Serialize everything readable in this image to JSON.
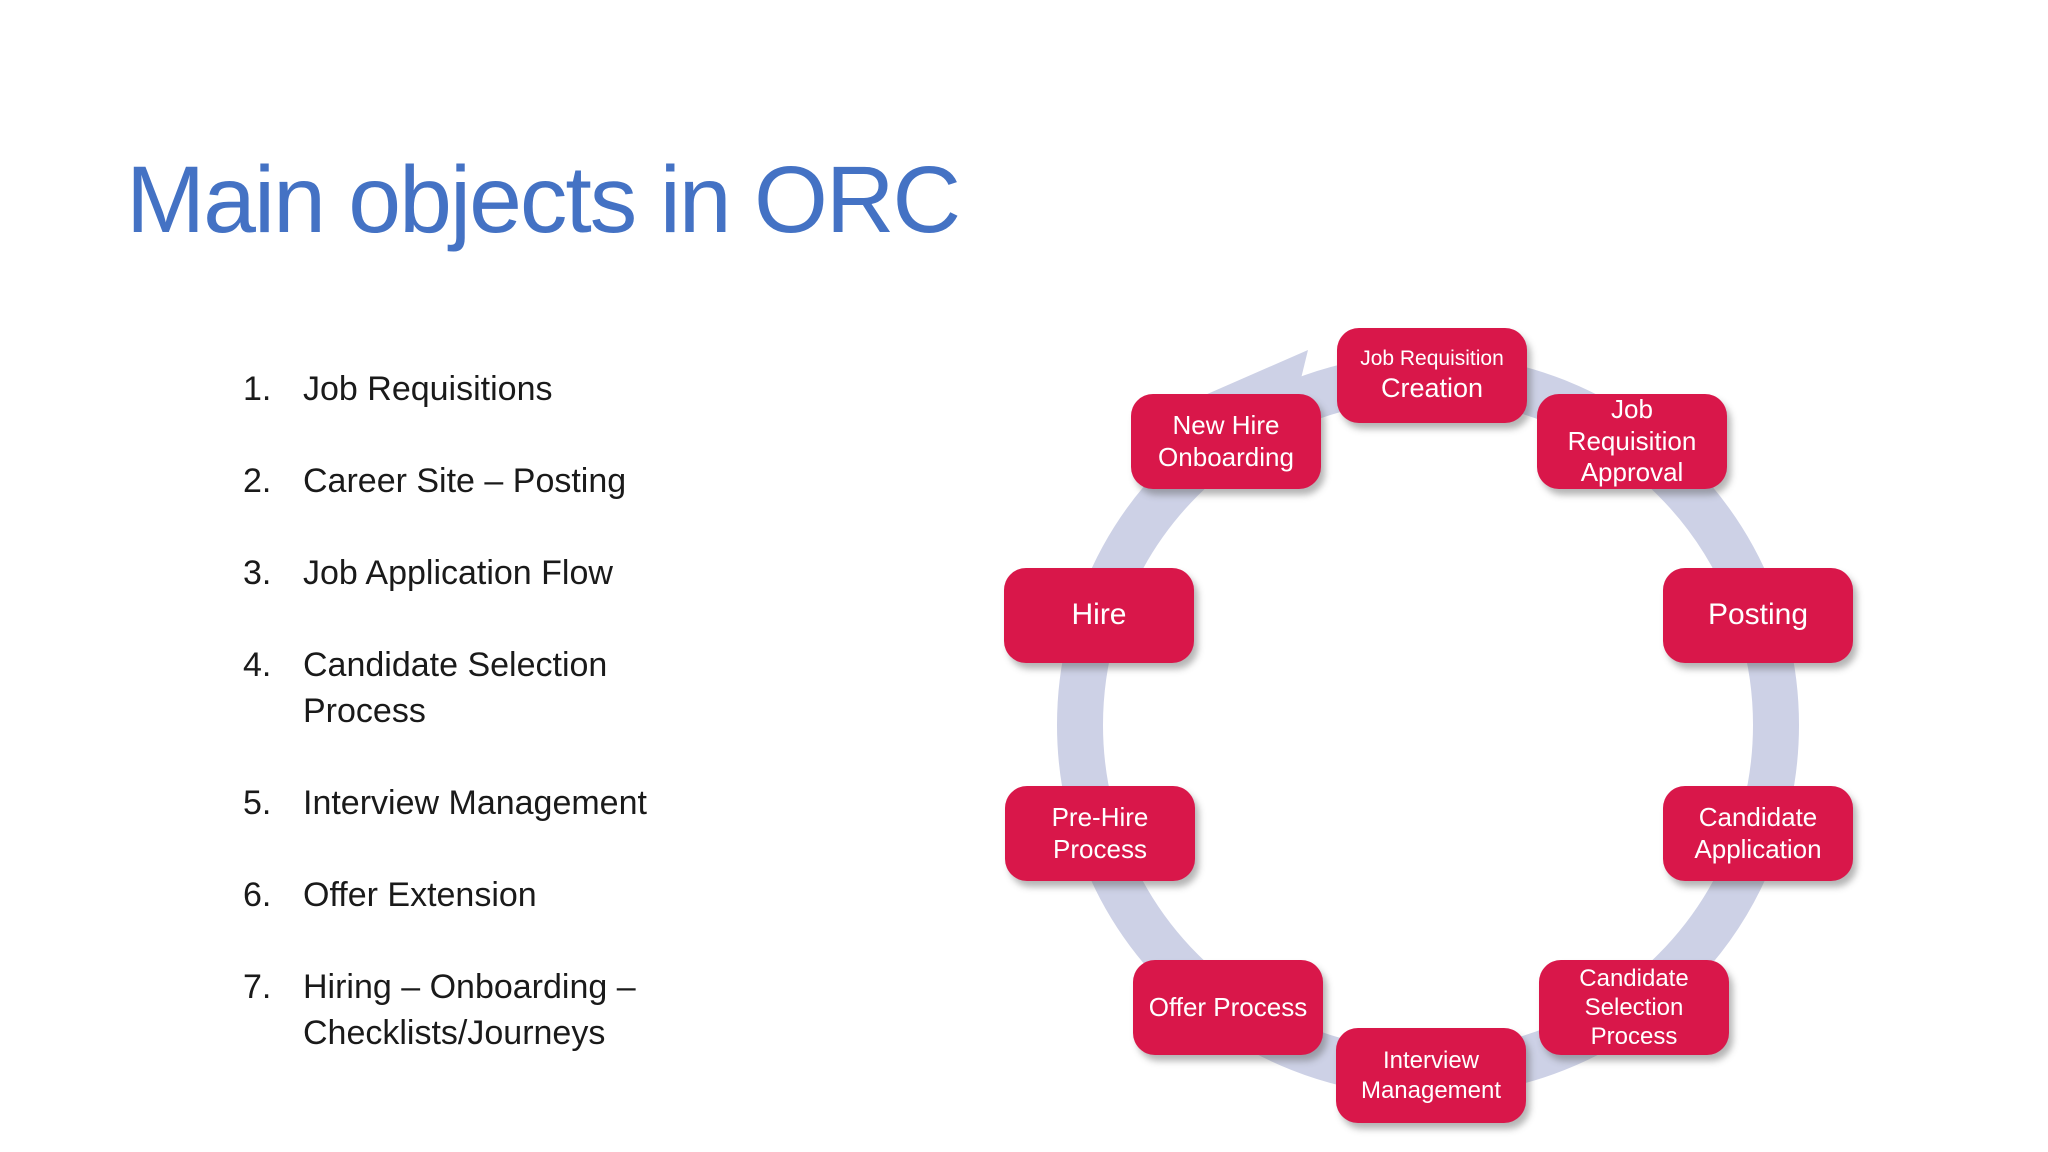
{
  "title": "Main objects in ORC",
  "colors": {
    "title_blue": "#4472C4",
    "node_red": "#D9174A",
    "ring_lavender": "#CDD1E6",
    "list_text": "#1a1a1a",
    "node_text": "#FFFFFF"
  },
  "list": {
    "items": [
      {
        "num": "1.",
        "label": "Job Requisitions"
      },
      {
        "num": "2.",
        "label": "Career Site – Posting"
      },
      {
        "num": "3.",
        "label": "Job Application Flow"
      },
      {
        "num": "4.",
        "label": "Candidate Selection Process"
      },
      {
        "num": "5.",
        "label": "Interview Management"
      },
      {
        "num": "6.",
        "label": "Offer Extension"
      },
      {
        "num": "7.",
        "label": "Hiring – Onboarding – Checklists/Journeys"
      }
    ]
  },
  "diagram": {
    "description": "Circular clockwise hiring cycle with 10 stages",
    "nodes": [
      {
        "lines": [
          "Job Requisition",
          "Creation"
        ],
        "label": "Job Requisition Creation"
      },
      {
        "label": "Job Requisition Approval"
      },
      {
        "label": "Posting"
      },
      {
        "label": "Candidate Application"
      },
      {
        "label": "Candidate Selection Process"
      },
      {
        "label": "Interview Management"
      },
      {
        "label": "Offer Process"
      },
      {
        "label": "Pre-Hire Process"
      },
      {
        "label": "Hire"
      },
      {
        "label": "New Hire Onboarding"
      }
    ]
  }
}
